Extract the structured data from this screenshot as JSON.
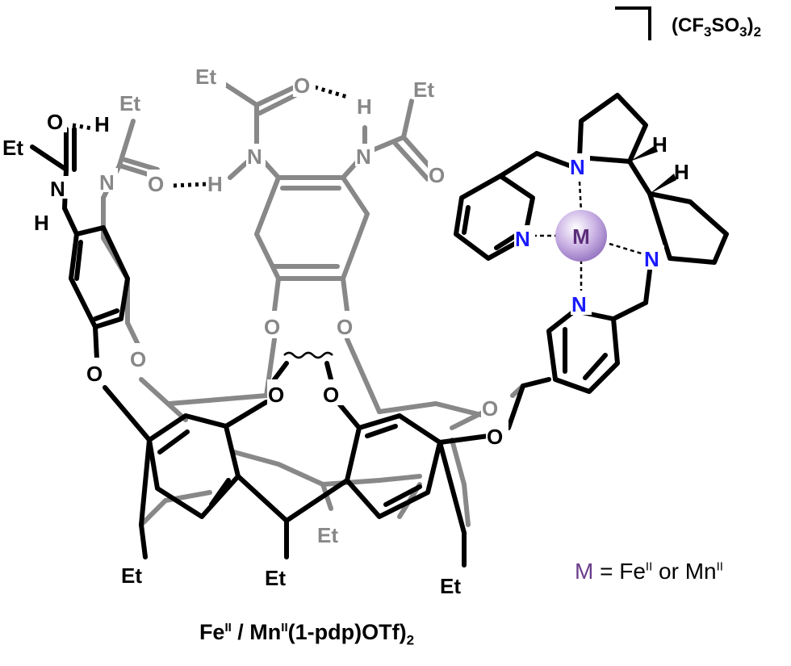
{
  "counterion": {
    "open": "(CF",
    "sub1": "3",
    "mid": "SO",
    "sub2": "3",
    "close": ")",
    "sub3": "2"
  },
  "metal_center": {
    "symbol": "M",
    "color": "#6a3d8a"
  },
  "metal_note": {
    "m": "M",
    "eq": " = Fe",
    "sup1": "II",
    "or": " or Mn",
    "sup2": "II"
  },
  "caption": {
    "a": "Fe",
    "sup1": "II",
    "b": " / Mn",
    "sup2": "II",
    "c": "(1-pdp)OTf)",
    "sub": "2"
  },
  "atoms": {
    "N": "N",
    "O": "O",
    "H": "H",
    "Et": "Et"
  },
  "colors": {
    "bond_black": "#000000",
    "bond_gray": "#888888",
    "nitrogen_blue": "#1a1aff"
  }
}
